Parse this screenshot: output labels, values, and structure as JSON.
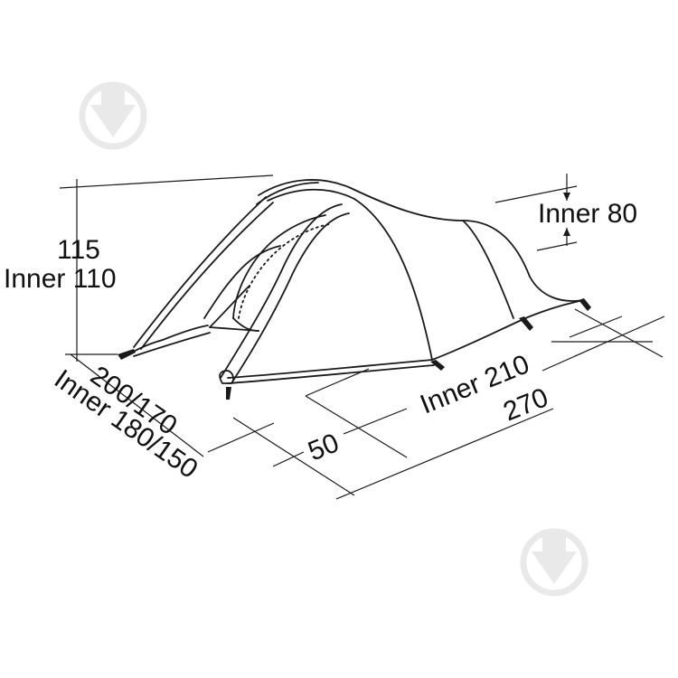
{
  "labels": {
    "height_total": "115",
    "height_inner": "Inner 110",
    "side_inner": "Inner 80",
    "width_total": "200/170",
    "width_inner": "Inner 180/150",
    "vestibule": "50",
    "length_inner": "Inner 210",
    "length_total": "270"
  },
  "icons": [
    "download-arrow-icon"
  ],
  "colors": {
    "outline": "#1a1a1a",
    "text": "#111111",
    "watermark": "#e9e9e9"
  }
}
